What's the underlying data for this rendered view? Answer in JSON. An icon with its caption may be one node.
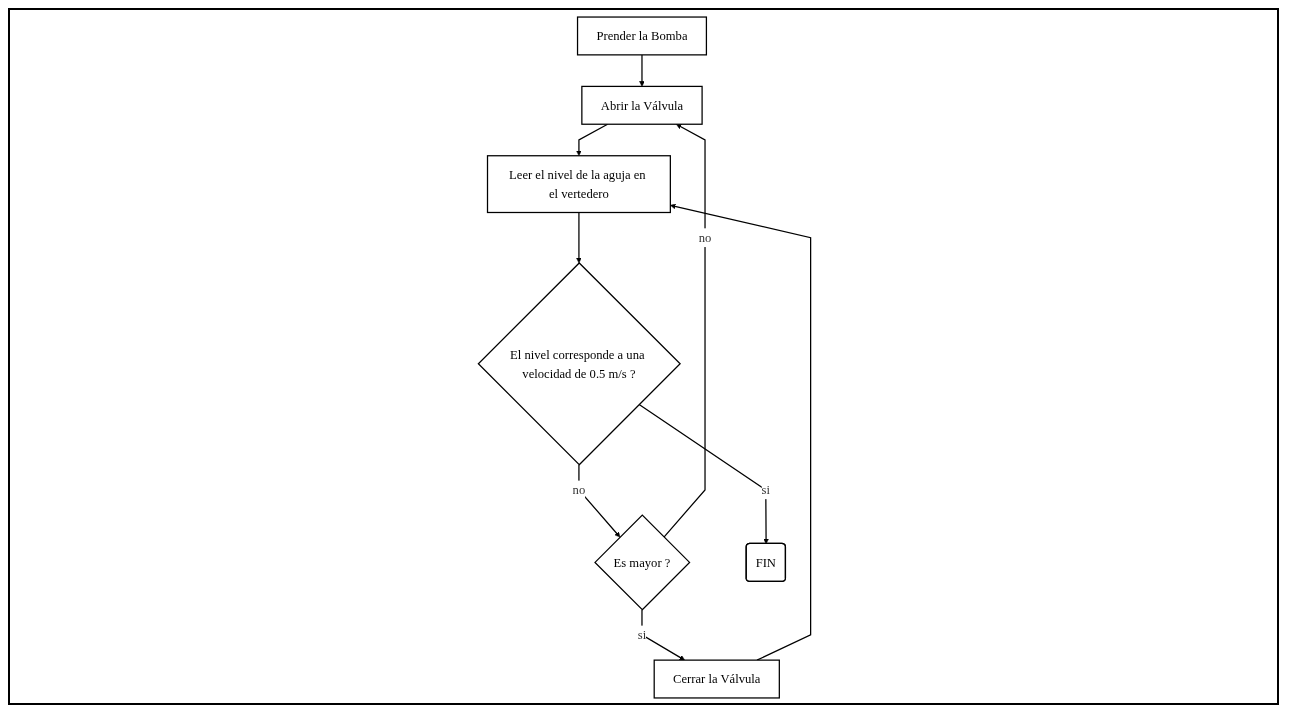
{
  "diagram": {
    "nodes": [
      {
        "text": [
          "Prender la Bomba"
        ]
      },
      {
        "text": [
          "Abrir la Válvula"
        ]
      },
      {
        "text": [
          "Leer el nivel de la aguja en el vertedero"
        ]
      },
      {
        "text": [
          "El nivel corresponde a una velocidad de 0.5 m/s ?"
        ]
      },
      {
        "text": [
          "Es mayor ?"
        ]
      },
      {
        "text": [
          "Cerrar la Válvula"
        ]
      },
      {
        "text": [
          "FIN"
        ]
      }
    ],
    "edges": [
      {
        "from": 0,
        "to": 1,
        "arrow": "to"
      },
      {
        "from": 1,
        "to": 2,
        "arrow": "to"
      },
      {
        "from": 2,
        "to": 3,
        "arrow": "to"
      },
      {
        "from": 3,
        "to": 4,
        "arrow": "to",
        "label": "no"
      },
      {
        "from": 4,
        "to": 5,
        "arrow": "to",
        "label": "si"
      },
      {
        "from": 5,
        "to": 2,
        "arrow": "to"
      },
      {
        "from": 4,
        "to": 1,
        "arrow": "to",
        "label": "no"
      },
      {
        "from": 3,
        "to": 6,
        "arrow": "to",
        "label": "si"
      }
    ]
  }
}
